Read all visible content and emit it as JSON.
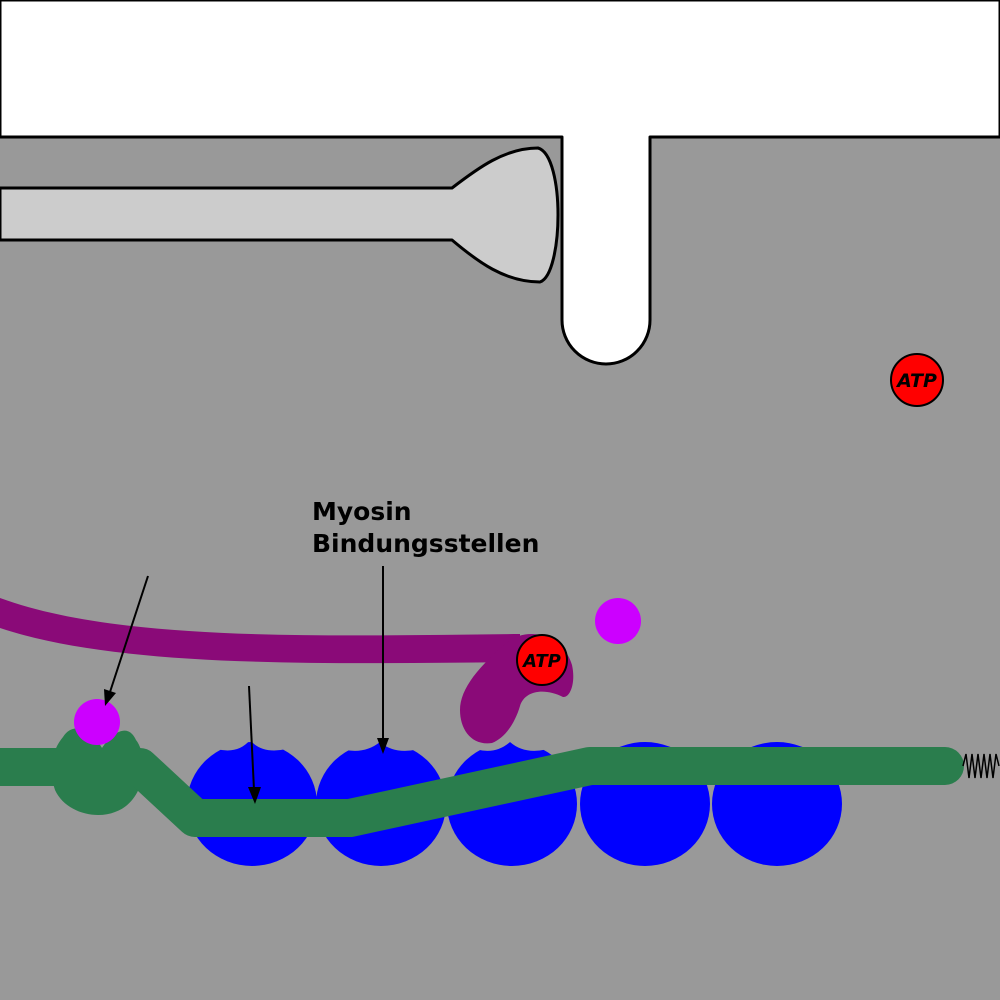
{
  "labels": {
    "binding_sites_line1": "Myosin",
    "binding_sites_line2": "Bindungsstellen"
  },
  "atp": {
    "free_label": "ATP",
    "bound_label": "ATP"
  },
  "colors": {
    "background": "#999999",
    "extracellular": "#ffffff",
    "t_tubule_wall": "#cccccc",
    "actin": "#0000ff",
    "tropomyosin": "#2a7d4d",
    "myosin": "#8a0a78",
    "calcium": "#cc00ff",
    "atp": "#ff0000"
  }
}
